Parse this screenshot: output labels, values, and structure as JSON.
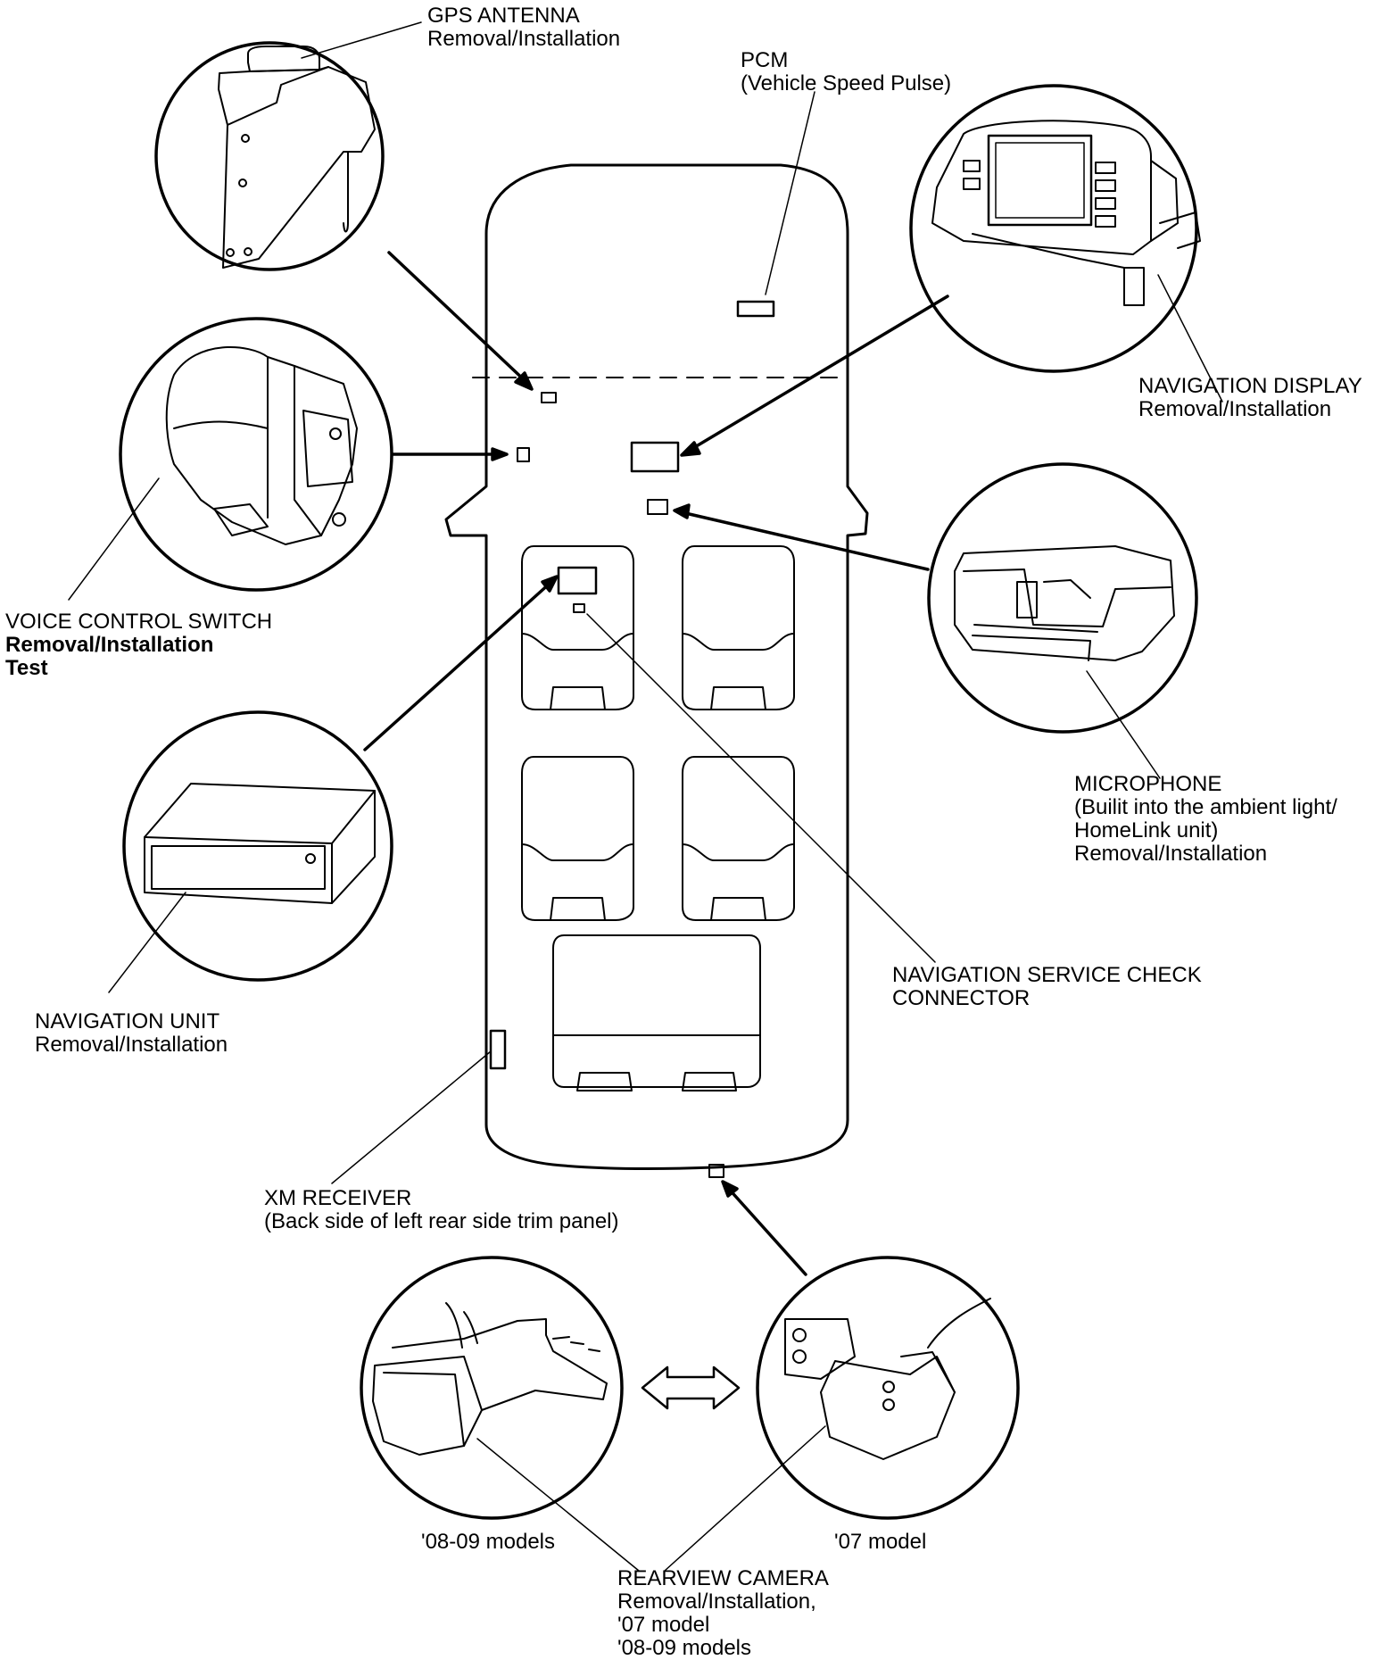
{
  "labels": {
    "gps_antenna": {
      "title": "GPS ANTENNA",
      "line2": "Removal/Installation"
    },
    "pcm": {
      "title": "PCM",
      "line2": "(Vehicle Speed Pulse)"
    },
    "nav_display": {
      "title": "NAVIGATION DISPLAY",
      "line2": "Removal/Installation"
    },
    "voice_switch": {
      "title": "VOICE CONTROL SWITCH",
      "line2": "Removal/Installation",
      "line3": "Test"
    },
    "microphone": {
      "title": "MICROPHONE",
      "line2": "(Builit into the ambient light/",
      "line3": "HomeLink unit)",
      "line4": "Removal/Installation"
    },
    "nav_unit": {
      "title": "NAVIGATION UNIT",
      "line2": "Removal/Installation"
    },
    "nav_check": {
      "title": "NAVIGATION SERVICE CHECK",
      "line2": "CONNECTOR"
    },
    "xm_receiver": {
      "title": "XM RECEIVER",
      "line2": "(Back side of left rear side trim panel)"
    },
    "model_0809": "'08-09 models",
    "model_07": "'07 model",
    "rear_camera": {
      "title": "REARVIEW CAMERA",
      "line2": "Removal/Installation,",
      "line3": "'07 model",
      "line4": "'08-09 models"
    }
  }
}
